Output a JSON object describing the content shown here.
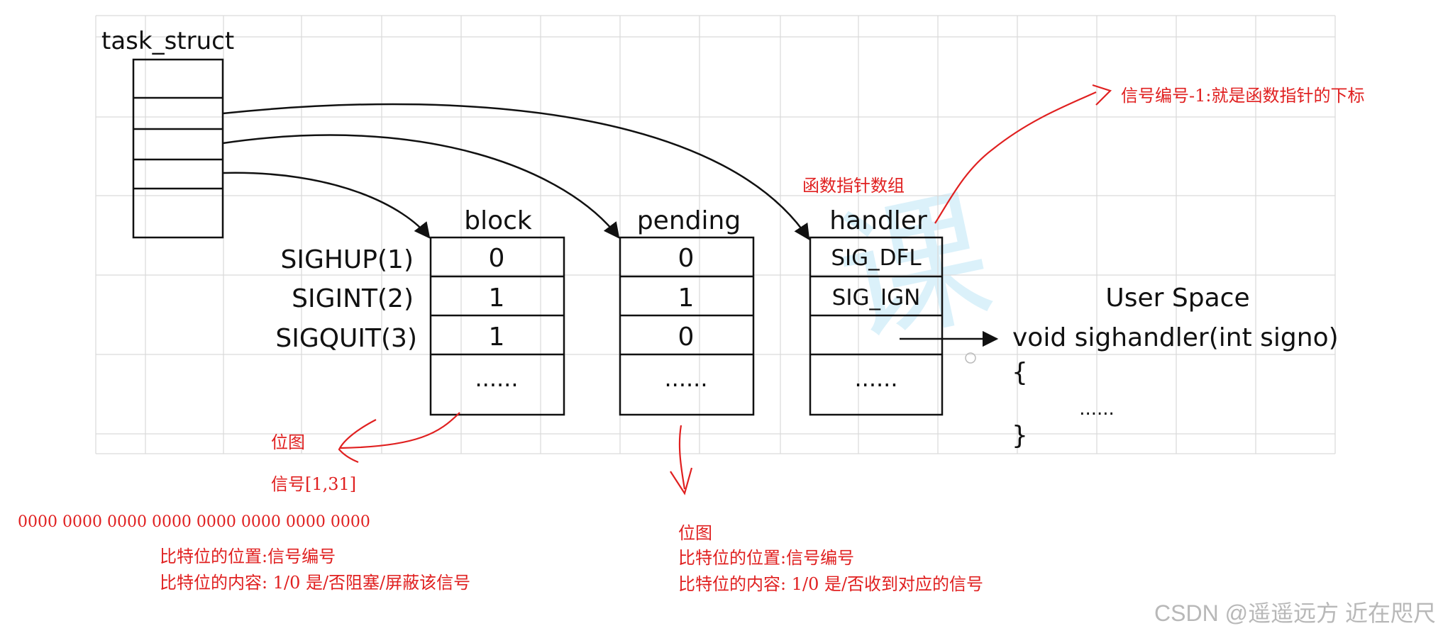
{
  "task_struct_label": "task_struct",
  "columns": {
    "block": "block",
    "pending": "pending",
    "handler": "handler"
  },
  "signals": [
    "SIGHUP(1)",
    "SIGINT(2)",
    "SIGQUIT(3)"
  ],
  "block_values": [
    "0",
    "1",
    "1",
    "......"
  ],
  "pending_values": [
    "0",
    "1",
    "0",
    "......"
  ],
  "handler_values": [
    "SIG_DFL",
    "SIG_IGN",
    "",
    "......"
  ],
  "user_space": {
    "title": "User Space",
    "signature": "void sighandler(int signo)",
    "open_brace": "{",
    "body": "......",
    "close_brace": "}"
  },
  "annotations": {
    "index_note": "信号编号-1:就是函数指针的下标",
    "func_ptr_array": "函数指针数组",
    "bitmap_left": "位图",
    "signal_range": "信号[1,31]",
    "bits": "0000 0000 0000 0000  0000 0000 0000 0000",
    "block_bit_pos": "比特位的位置:信号编号",
    "block_bit_content": "比特位的内容: 1/0  是/否阻塞/屏蔽该信号",
    "bitmap_right": "位图",
    "pending_bit_pos": "比特位的位置:信号编号",
    "pending_bit_content": "比特位的内容: 1/0 是/否收到对应的信号"
  },
  "watermark": "课",
  "footer": "CSDN @遥遥远方 近在咫尺",
  "colors": {
    "ink": "#111111",
    "annotation": "#e02020",
    "grid": "#d9d9d9",
    "watermark": "#bfe6f7"
  }
}
